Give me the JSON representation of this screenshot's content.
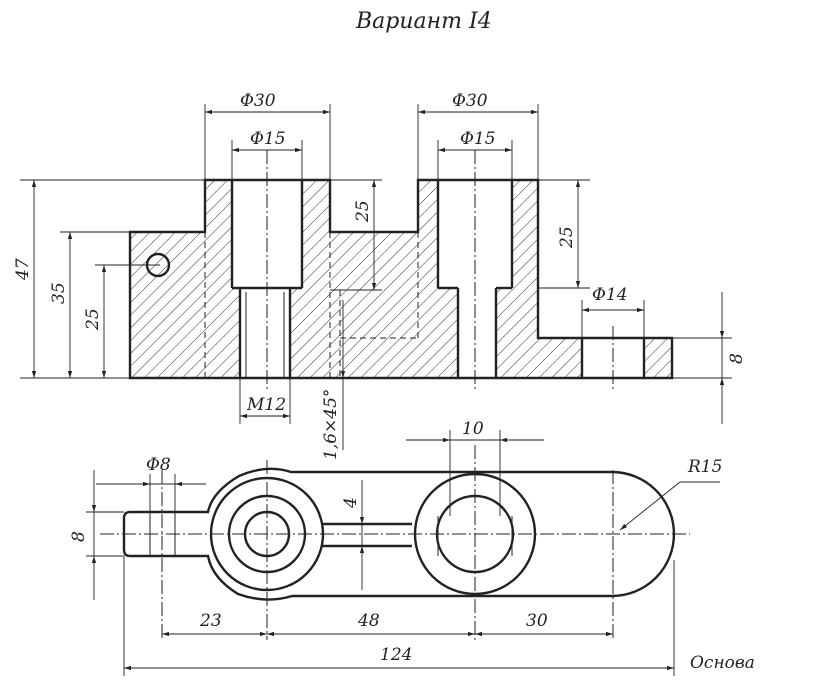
{
  "title": "Вариант I4",
  "base_label": "Основа",
  "dimensions": {
    "dia30_left": "Φ30",
    "dia15_left": "Φ15",
    "dia30_right": "Φ30",
    "dia15_right": "Φ15",
    "dia14": "Φ14",
    "h47": "47",
    "h35": "35",
    "h25_left": "25",
    "h25_center": "25",
    "h25_right": "25",
    "h8_front": "8",
    "m12": "M12",
    "chamfer": "1,6×45°",
    "w10": "10",
    "dia8": "Φ8",
    "r15": "R15",
    "w4": "4",
    "h8_top": "8",
    "l23": "23",
    "l48": "48",
    "l30": "30",
    "l124": "124"
  }
}
